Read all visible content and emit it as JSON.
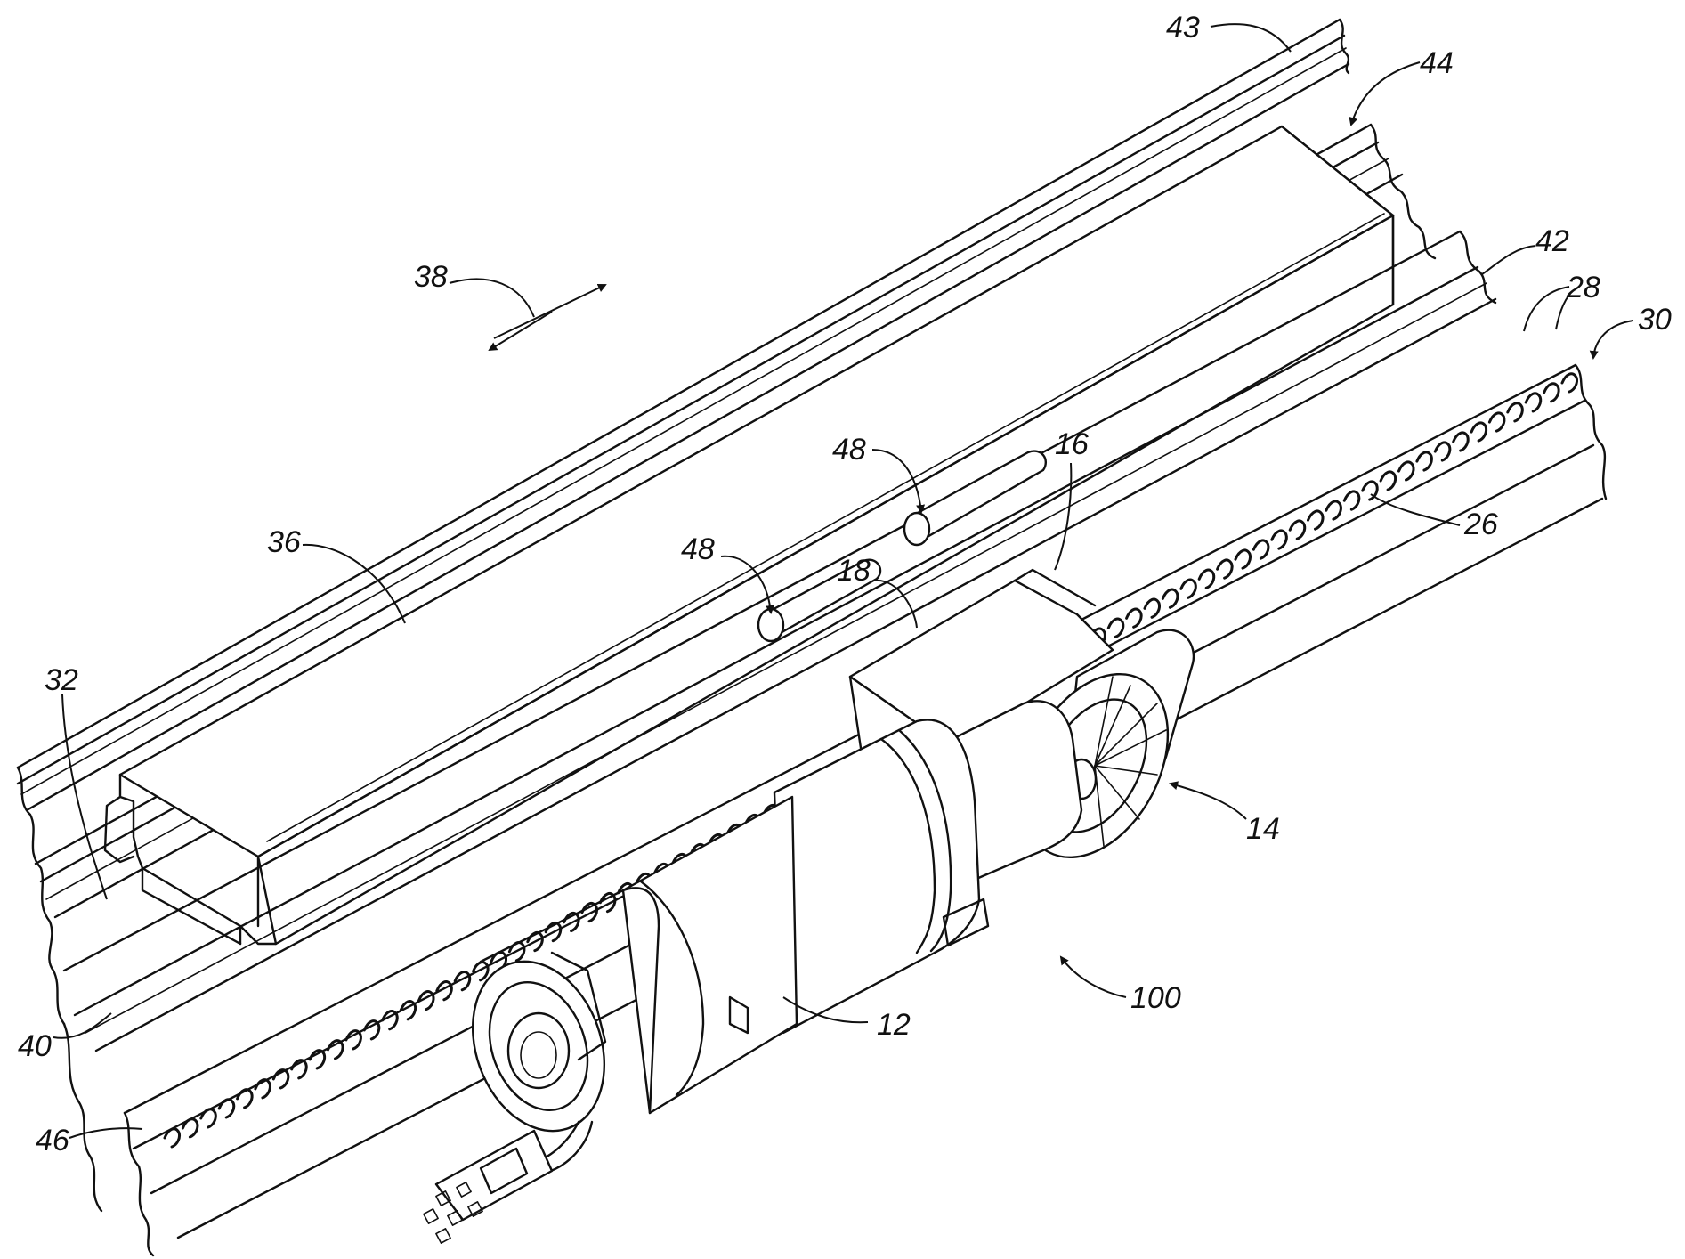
{
  "figure": {
    "labels": {
      "n12": "12",
      "n14": "14",
      "n16": "16",
      "n18": "18",
      "n26": "26",
      "n28": "28",
      "n30": "30",
      "n32": "32",
      "n36": "36",
      "n38": "38",
      "n40": "40",
      "n42": "42",
      "n43": "43",
      "n44": "44",
      "n46": "46",
      "n48a": "48",
      "n48b": "48",
      "n100": "100"
    },
    "colors": {
      "line": "#111111",
      "background": "#ffffff"
    }
  }
}
